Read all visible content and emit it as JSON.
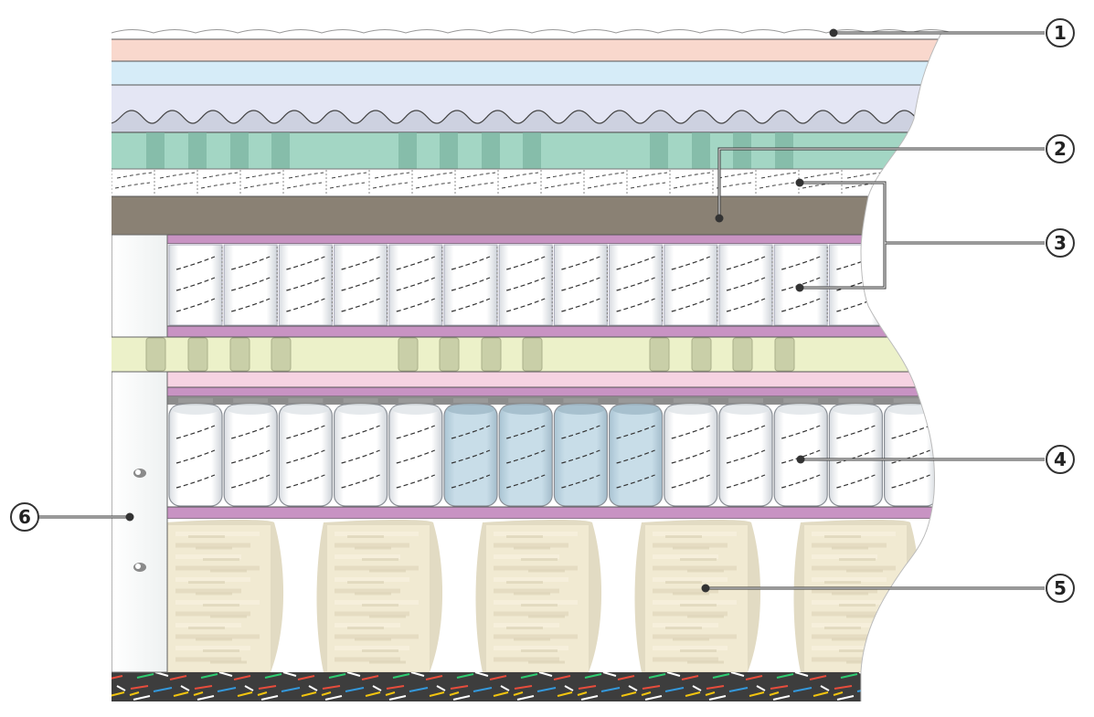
{
  "callouts": [
    {
      "num": "1",
      "layer": "top-cover"
    },
    {
      "num": "2",
      "layer": "foam-layer"
    },
    {
      "num": "3",
      "layer": "upper-pocket-springs"
    },
    {
      "num": "4",
      "layer": "main-pocket-springs"
    },
    {
      "num": "5",
      "layer": "natural-filling"
    },
    {
      "num": "6",
      "layer": "side-panel"
    }
  ],
  "colors": {
    "ticking": "#ffffff",
    "peach": "#f9d8cd",
    "light_blue": "#d6ecf8",
    "lavender": "#e4e6f4",
    "convoluted_foam": "#cdd1e0",
    "green_foam": "#a3d6c4",
    "green_plug": "#7cb4a2",
    "brown_layer": "#8a8174",
    "pink_fabric": "#c893c3",
    "pale_green": "#ecf1c9",
    "pale_green_plug": "#c9cfa8",
    "pink_foam": "#f6d3e2",
    "spring_white": "#ffffff",
    "spring_blue": "#c4dbe7",
    "filling": "#f1ead2",
    "filling_bulge": "#e2dbc3",
    "base": "#3d3d3d",
    "side_panel": "#f3f5f5",
    "outline": "#333333"
  },
  "zones": {
    "firm_spring_indices": [
      5,
      6,
      7,
      8
    ]
  }
}
